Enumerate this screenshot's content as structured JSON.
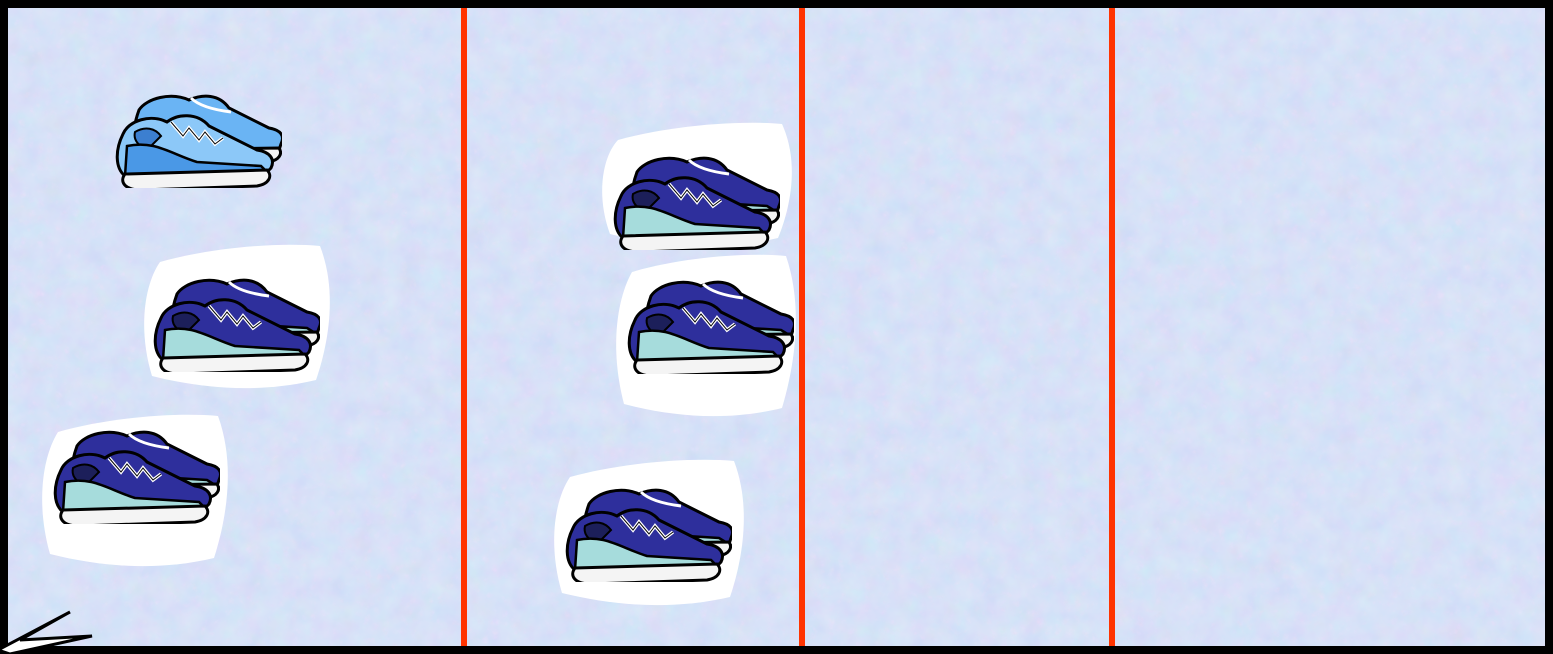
{
  "colors": {
    "background_light": "#c8d6f2",
    "background_speckle_pink": "#e0c6ec",
    "background_speckle_blue": "#9fb7ea",
    "frame": "#000000",
    "divider": "#ff3300",
    "shoe_dark_upper": "#2e2f9c",
    "shoe_dark_lining": "#1c1f5a",
    "shoe_light_upper": "#6ab4f4",
    "shoe_sole_teal": "#a6dcdc",
    "shoe_sole_white": "#f4f4f4",
    "shoe_lace": "#ffffff",
    "sticker_backing": "#ffffff"
  },
  "board": {
    "lanes": [
      {
        "name": "lane-1",
        "shoes": [
          {
            "name": "shoe-light-blue",
            "variant": "light",
            "backing": false
          },
          {
            "name": "shoe-dark-1",
            "variant": "dark",
            "backing": true
          },
          {
            "name": "shoe-dark-2",
            "variant": "dark",
            "backing": true
          }
        ]
      },
      {
        "name": "lane-2",
        "shoes": [
          {
            "name": "shoe-dark-3",
            "variant": "dark",
            "backing": true
          },
          {
            "name": "shoe-dark-4",
            "variant": "dark",
            "backing": true
          },
          {
            "name": "shoe-dark-5",
            "variant": "dark",
            "backing": true
          }
        ]
      },
      {
        "name": "lane-3",
        "shoes": []
      },
      {
        "name": "lane-4",
        "shoes": []
      }
    ],
    "divider_count": 3,
    "icons": [
      "shoe-icon",
      "arrow-cursor-icon"
    ]
  }
}
